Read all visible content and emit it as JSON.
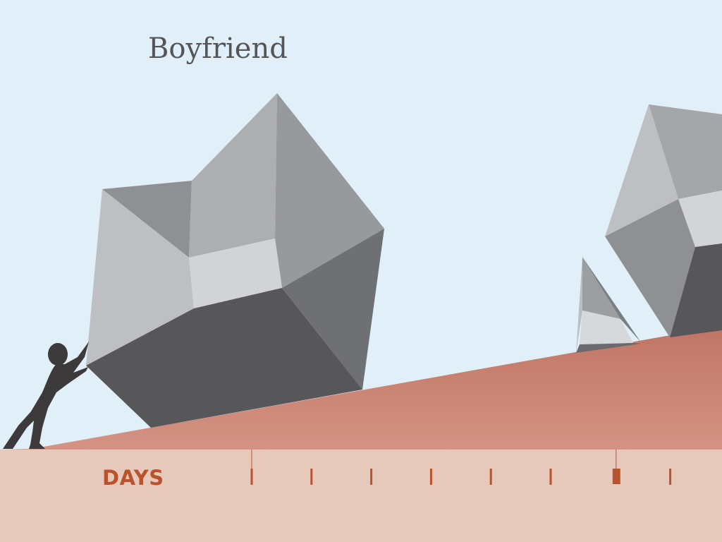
{
  "title": "Boyfriend",
  "timeline": {
    "label": "DAYS",
    "tick_count": 8,
    "marked_tick_index": 6
  },
  "colors": {
    "sky": "#e1eff8",
    "ramp": "#c47d6b",
    "ground": "#e7c9bc",
    "accent": "#b9532d",
    "figure": "#3d3a3c",
    "title": "#555558"
  }
}
